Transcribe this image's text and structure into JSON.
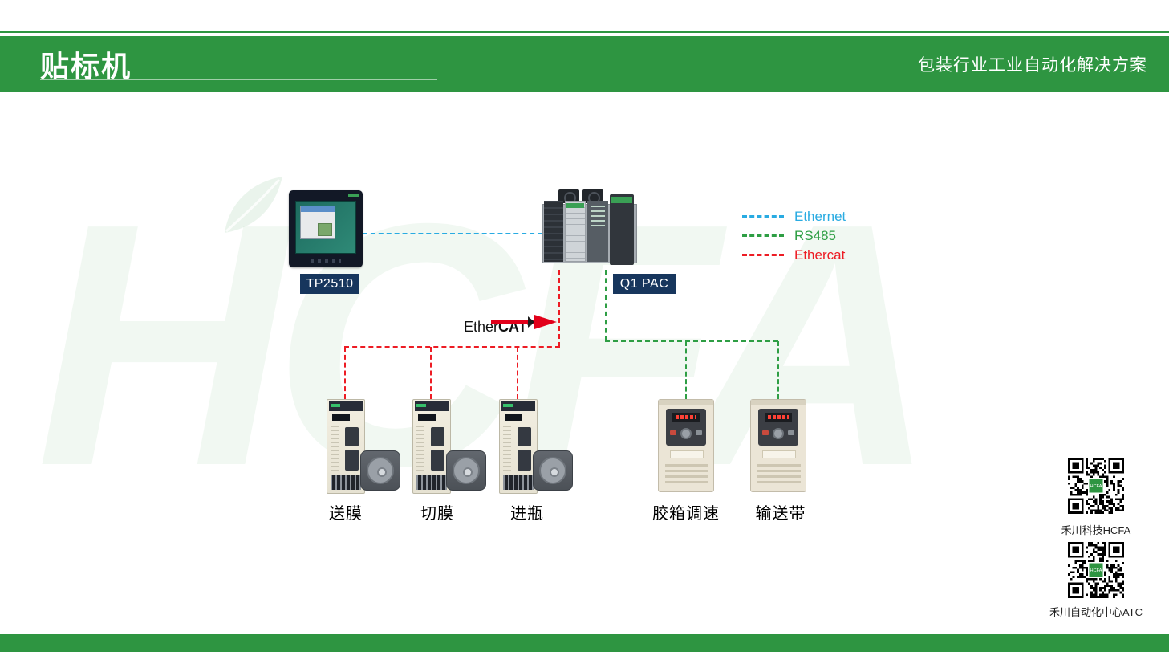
{
  "header": {
    "title": "贴标机",
    "subtitle": "包装行业工业自动化解决方案"
  },
  "watermark": "HCFA",
  "legend": {
    "items": [
      {
        "label": "Ethernet",
        "color": "#29abe2"
      },
      {
        "label": "RS485",
        "color": "#2e9e44"
      },
      {
        "label": "Ethercat",
        "color": "#ed1c24"
      }
    ]
  },
  "devices": {
    "hmi": {
      "label": "TP2510"
    },
    "plc": {
      "label": "Q1 PAC"
    },
    "servos": [
      {
        "label": "送膜"
      },
      {
        "label": "切膜"
      },
      {
        "label": "进瓶"
      }
    ],
    "inverters": [
      {
        "label": "胶箱调速"
      },
      {
        "label": "输送带"
      }
    ]
  },
  "ethercat": {
    "brand_regular": "Ether",
    "brand_bold": "CAT",
    "registered": "®"
  },
  "qr": [
    {
      "label": "禾川科技HCFA",
      "logo": "HCFA"
    },
    {
      "label": "禾川自动化中心ATC",
      "logo": "HCFA"
    }
  ],
  "colors": {
    "header_green": "#2e9541",
    "label_navy": "#17365d",
    "ethernet_blue": "#29abe2",
    "rs485_green": "#2e9e44",
    "ethercat_red": "#ed1c24"
  }
}
